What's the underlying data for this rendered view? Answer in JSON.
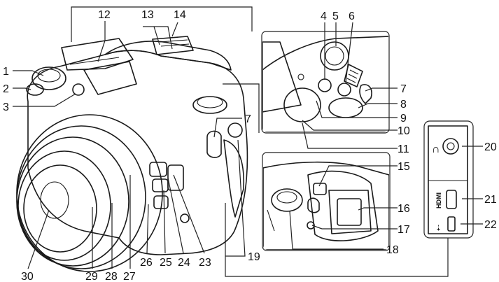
{
  "callouts": [
    "1",
    "2",
    "3",
    "4",
    "5",
    "6",
    "7",
    "7",
    "8",
    "9",
    "10",
    "11",
    "12",
    "13",
    "14",
    "15",
    "16",
    "17",
    "18",
    "19",
    "20",
    "21",
    "22",
    "23",
    "24",
    "25",
    "26",
    "27",
    "28",
    "29",
    "30"
  ],
  "port_labels": {
    "hdmi": "HDMI",
    "usb": "⇠"
  },
  "colors": {
    "ink": "#1a1a1a",
    "body_light": "#d9d9d9",
    "body_mid": "#bdbdbd",
    "body_dark": "#8a8a8a",
    "lens_glass": "#b8b8b8"
  }
}
